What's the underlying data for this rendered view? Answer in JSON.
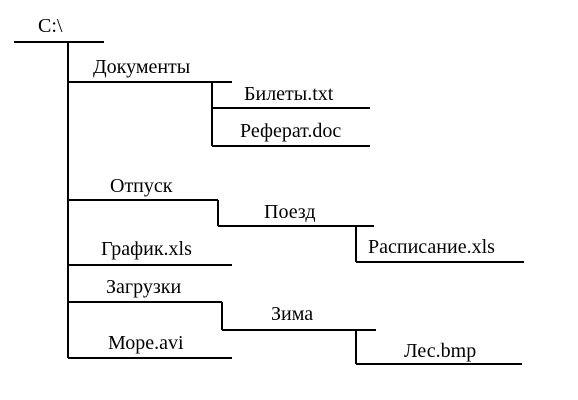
{
  "tree": {
    "root": "C:\\",
    "dokumenty": "Документы",
    "bilety": "Билеты.txt",
    "referat": "Реферат.doc",
    "otpusk": "Отпуск",
    "poezd": "Поезд",
    "raspisanie": "Расписание.xls",
    "grafik": "График.xls",
    "zagruzki": "Загрузки",
    "zima": "Зима",
    "more": "Море.avi",
    "les": "Лес.bmp"
  }
}
